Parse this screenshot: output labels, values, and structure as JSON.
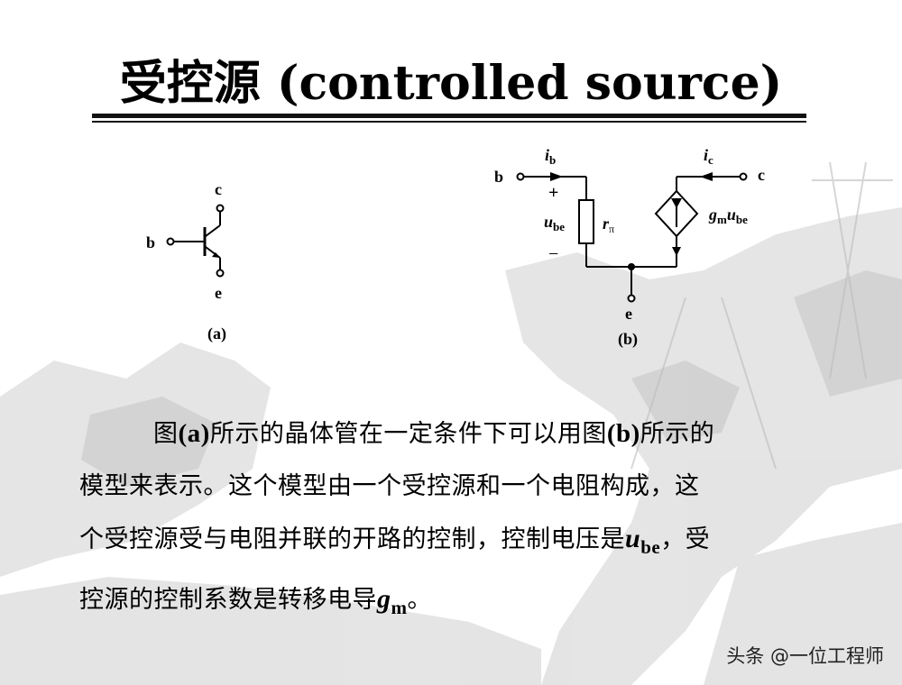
{
  "slide": {
    "title": "受控源 (controlled source)"
  },
  "diagram_a": {
    "label_c": "c",
    "label_b": "b",
    "label_e": "e",
    "caption": "(a)"
  },
  "diagram_b": {
    "label_b": "b",
    "label_c": "c",
    "label_e": "e",
    "ib": "i",
    "ib_sub": "b",
    "ic": "i",
    "ic_sub": "c",
    "plus": "+",
    "minus": "−",
    "ube": "u",
    "ube_sub": "be",
    "r": "r",
    "r_sub": "π",
    "gm": "g",
    "gm_sub": "m",
    "gm_u": "u",
    "gm_u_sub": "be",
    "caption": "(b)"
  },
  "paragraph": {
    "l1_a": "图",
    "l1_b": "(a)",
    "l1_c": "所示的晶体管在一定条件下可以用图",
    "l1_d": "(b)",
    "l1_e": "所示的",
    "l2": "模型来表示。这个模型由一个受控源和一个电阻构成，这",
    "l3_a": "个受控源受与电阻并联的开路的控制，控制电压是",
    "l3_var": "u",
    "l3_sub": "be",
    "l3_b": "，受",
    "l4_a": "控源的控制系数是转移电导",
    "l4_var": "g",
    "l4_sub": "m",
    "l4_b": "。"
  },
  "watermark": "头条 @一位工程师"
}
